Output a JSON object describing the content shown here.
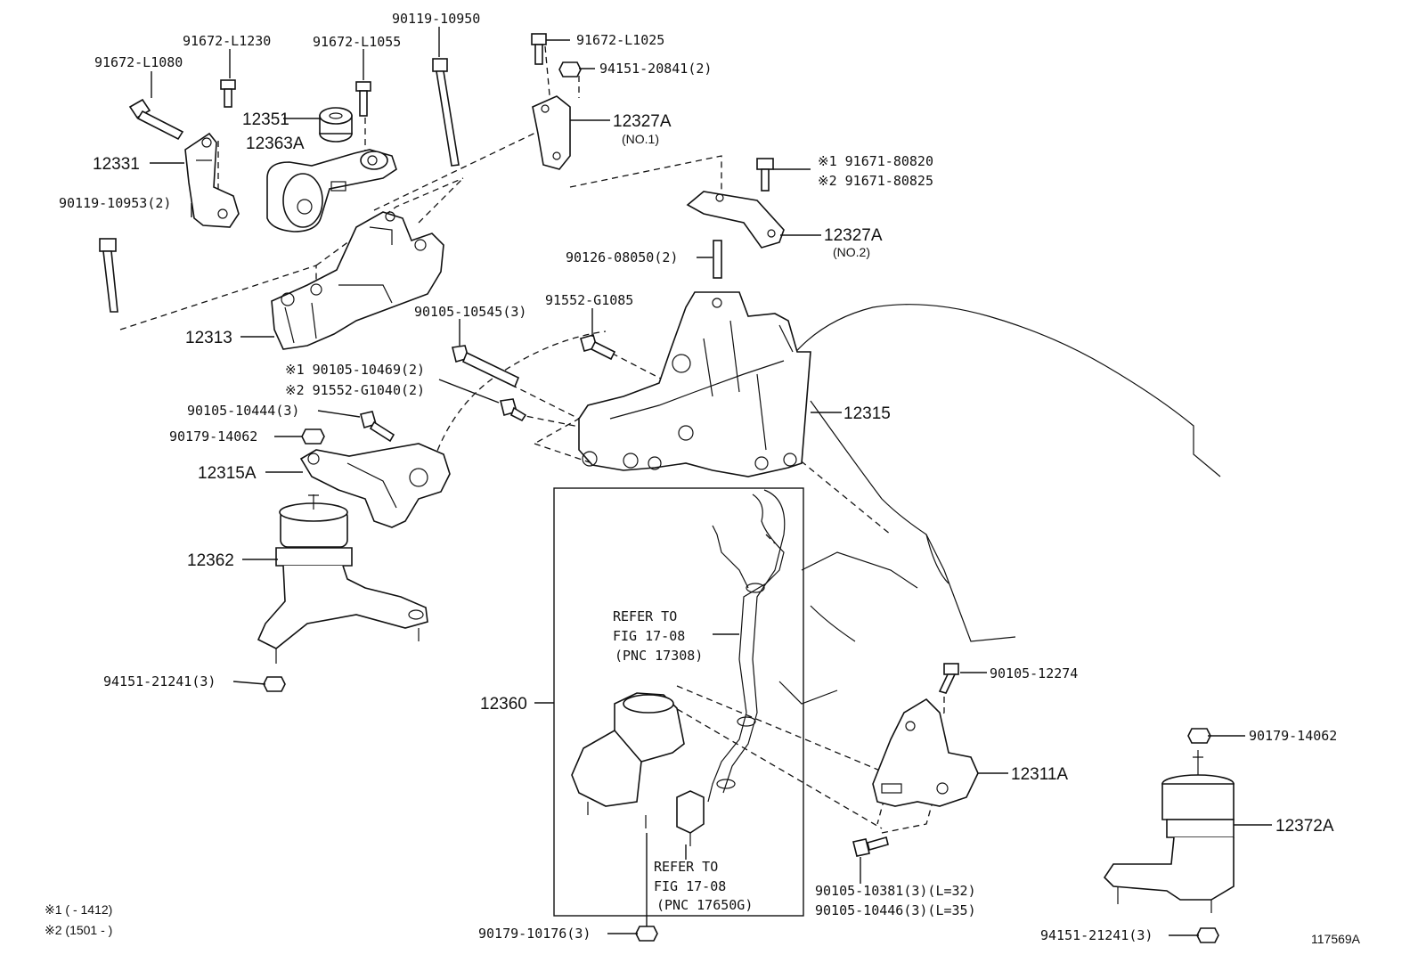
{
  "labels": {
    "p12331": "12331",
    "p12351": "12351",
    "p12363A": "12363A",
    "p12313": "12313",
    "p12327A_1": "12327A",
    "no1": "(NO.1)",
    "p12327A_2": "12327A",
    "no2": "(NO.2)",
    "p12315": "12315",
    "p12315A": "12315A",
    "p12362": "12362",
    "p12360": "12360",
    "p12311A": "12311A",
    "p12372A": "12372A",
    "b91672L1080": "91672-L1080",
    "b91672L1230": "91672-L1230",
    "b91672L1055": "91672-L1055",
    "b9011910950": "90119-10950",
    "b9011910953": "90119-10953(2)",
    "b91672L1025": "91672-L1025",
    "b9415120841": "94151-20841(2)",
    "b9167180820": "※1 91671-80820",
    "b9167180825": "※2 91671-80825",
    "b9012608050": "90126-08050(2)",
    "b9010510545": "90105-10545(3)",
    "b91552G1085": "91552-G1085",
    "b9010510469": "※1 90105-10469(2)",
    "b91552G1040": "※2 91552-G1040(2)",
    "b9010510444": "90105-10444(3)",
    "b9017914062a": "90179-14062",
    "b9415121241a": "94151-21241(3)",
    "b9010512274": "90105-12274",
    "b9017914062b": "90179-14062",
    "b9010510381": "90105-10381(3)(L=32)",
    "b9010510446": "90105-10446(3)(L=35)",
    "b9017910176": "90179-10176(3)",
    "b9415121241b": "94151-21241(3)",
    "refer1_l1": "REFER TO",
    "refer1_l2": "FIG 17-08",
    "refer1_l3": "(PNC 17308)",
    "refer2_l1": "REFER TO",
    "refer2_l2": "FIG 17-08",
    "refer2_l3": "(PNC 17650G)",
    "note1": "※1 (      - 1412)",
    "note2": "※2 (1501 -      )",
    "figure_id": "117569A"
  }
}
